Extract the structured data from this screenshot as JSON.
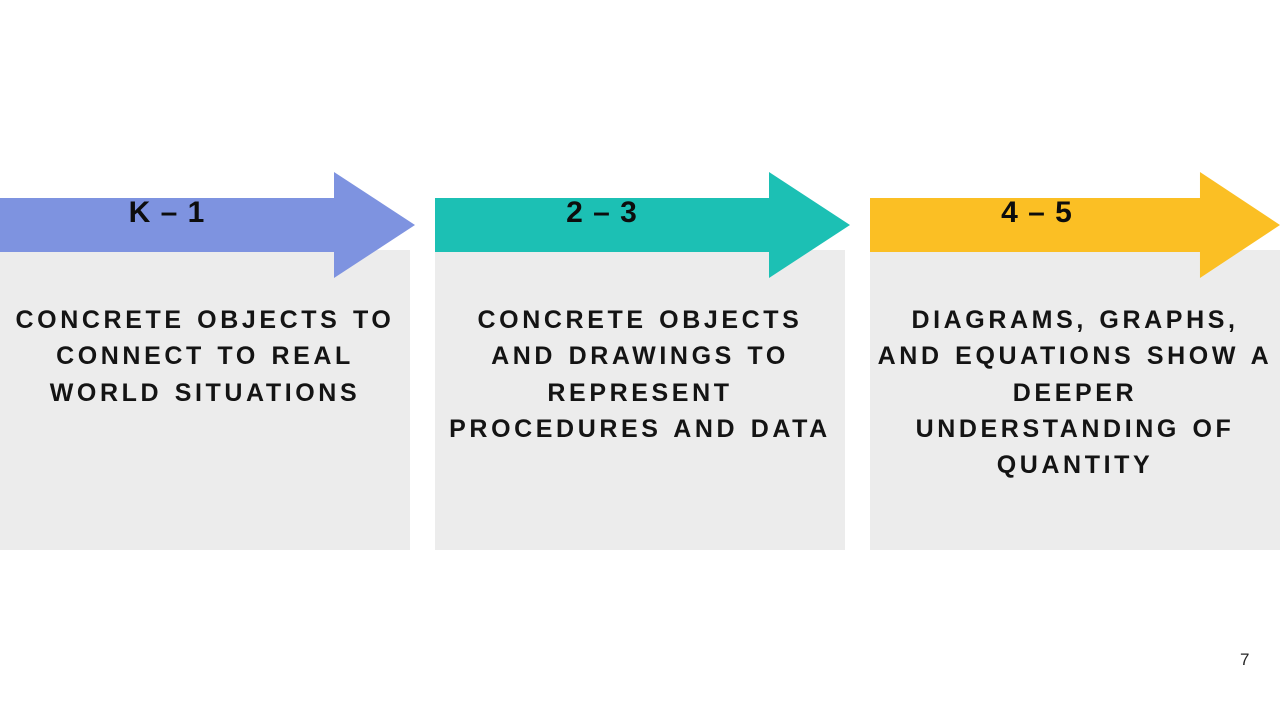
{
  "slide": {
    "page_number": "7",
    "background_color": "#FFFFFF",
    "panel_body_color": "#ECECEC"
  },
  "panels": [
    {
      "arrow_label": "K – 1",
      "arrow_color": "#7E93E0",
      "arrow_icon": "right-arrow-banner",
      "body_text": "Concrete objects to connect to real world situations"
    },
    {
      "arrow_label": "2 – 3",
      "arrow_color": "#1CC0B4",
      "arrow_icon": "right-arrow-banner",
      "body_text": "Concrete objects and drawings to represent procedures and data"
    },
    {
      "arrow_label": "4 – 5",
      "arrow_color": "#FBBF24",
      "arrow_icon": "right-arrow-banner",
      "body_text": "Diagrams, graphs, and equations show a deeper understanding of quantity"
    }
  ]
}
